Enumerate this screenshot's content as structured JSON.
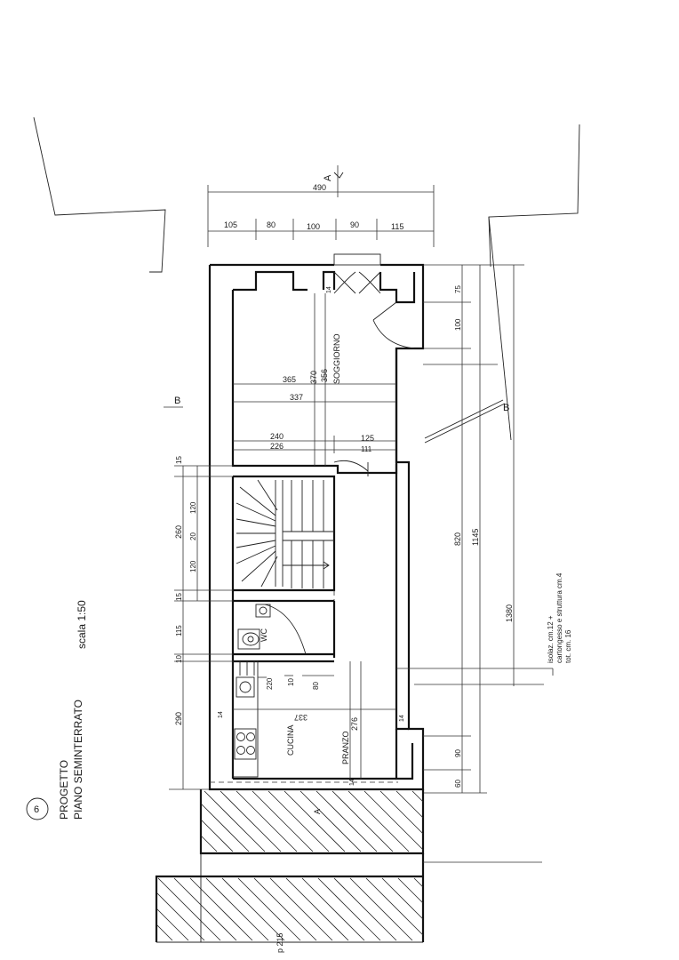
{
  "sheet": {
    "number": "6",
    "title_line1": "PROGETTO",
    "title_line2": "PIANO SEMINTERRATO",
    "scale": "scala 1:50"
  },
  "section_marks": {
    "a": "A",
    "b_left": "B",
    "b_right": "B"
  },
  "rooms": {
    "soggiorno": "SOGGIORNO",
    "cucina": "CUCINA",
    "pranzo": "PRANZO",
    "wc": "WC"
  },
  "dims_top": {
    "total": "490",
    "d1": "105",
    "d2": "80",
    "d3": "100",
    "d4": "90",
    "d5": "115"
  },
  "dims_room": {
    "d365": "365",
    "d370": "370",
    "d356": "356",
    "d337": "337",
    "d240": "240",
    "d226": "226",
    "d125": "125",
    "d111": "111",
    "kitchen_337": "337",
    "kitchen_276": "276",
    "k220": "220",
    "k10": "10",
    "k80": "80",
    "k14a": "14",
    "k14b": "14",
    "k14c": "14",
    "s14": "14"
  },
  "dims_left": {
    "d15a": "15",
    "d120a": "120",
    "d20": "20",
    "d120b": "120",
    "d260": "260",
    "d15b": "15",
    "d115": "115",
    "d10": "10",
    "d290": "290"
  },
  "dims_right": {
    "d75": "75",
    "d100": "100",
    "d820": "820",
    "d1145": "1145",
    "d1380": "1380",
    "d90": "90",
    "d60": "60"
  },
  "notes": {
    "line1": "isolaz. cm.12 +",
    "line2": "cartongesso e struttura cm.4",
    "line3": "tot. cm. 16"
  },
  "lot_label": "p 215",
  "small_mark": "A"
}
